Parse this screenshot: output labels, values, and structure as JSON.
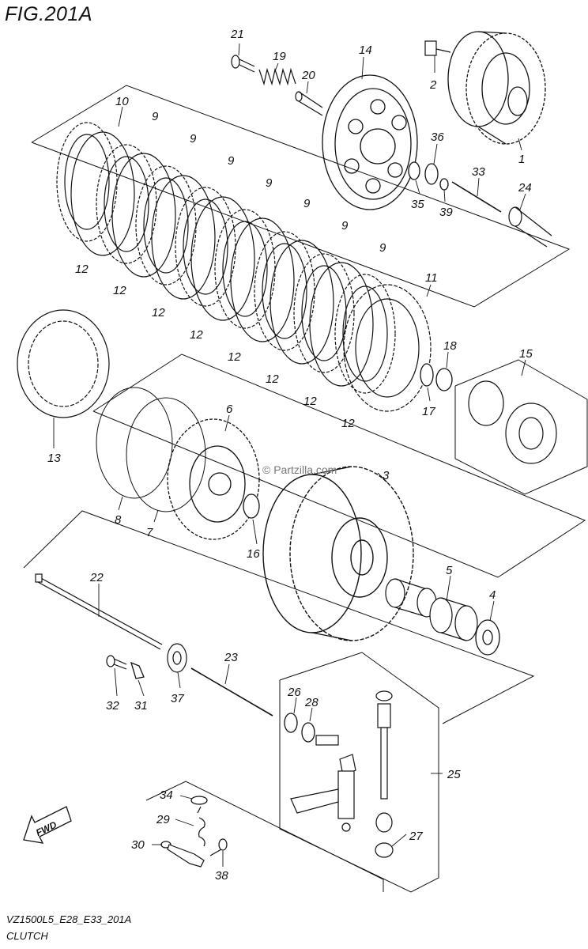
{
  "figure": {
    "title": "FIG.201A",
    "model_code": "VZ1500L5_E28_E33_201A",
    "section": "CLUTCH",
    "watermark": "© Partzilla.com",
    "fwd_label": "FWD"
  },
  "callouts": [
    "1",
    "2",
    "3",
    "4",
    "5",
    "6",
    "7",
    "8",
    "9",
    "10",
    "11",
    "12",
    "13",
    "14",
    "15",
    "16",
    "17",
    "18",
    "19",
    "20",
    "21",
    "22",
    "23",
    "24",
    "25",
    "26",
    "27",
    "28",
    "29",
    "30",
    "31",
    "32",
    "33",
    "34",
    "35",
    "36",
    "37",
    "38",
    "39"
  ]
}
